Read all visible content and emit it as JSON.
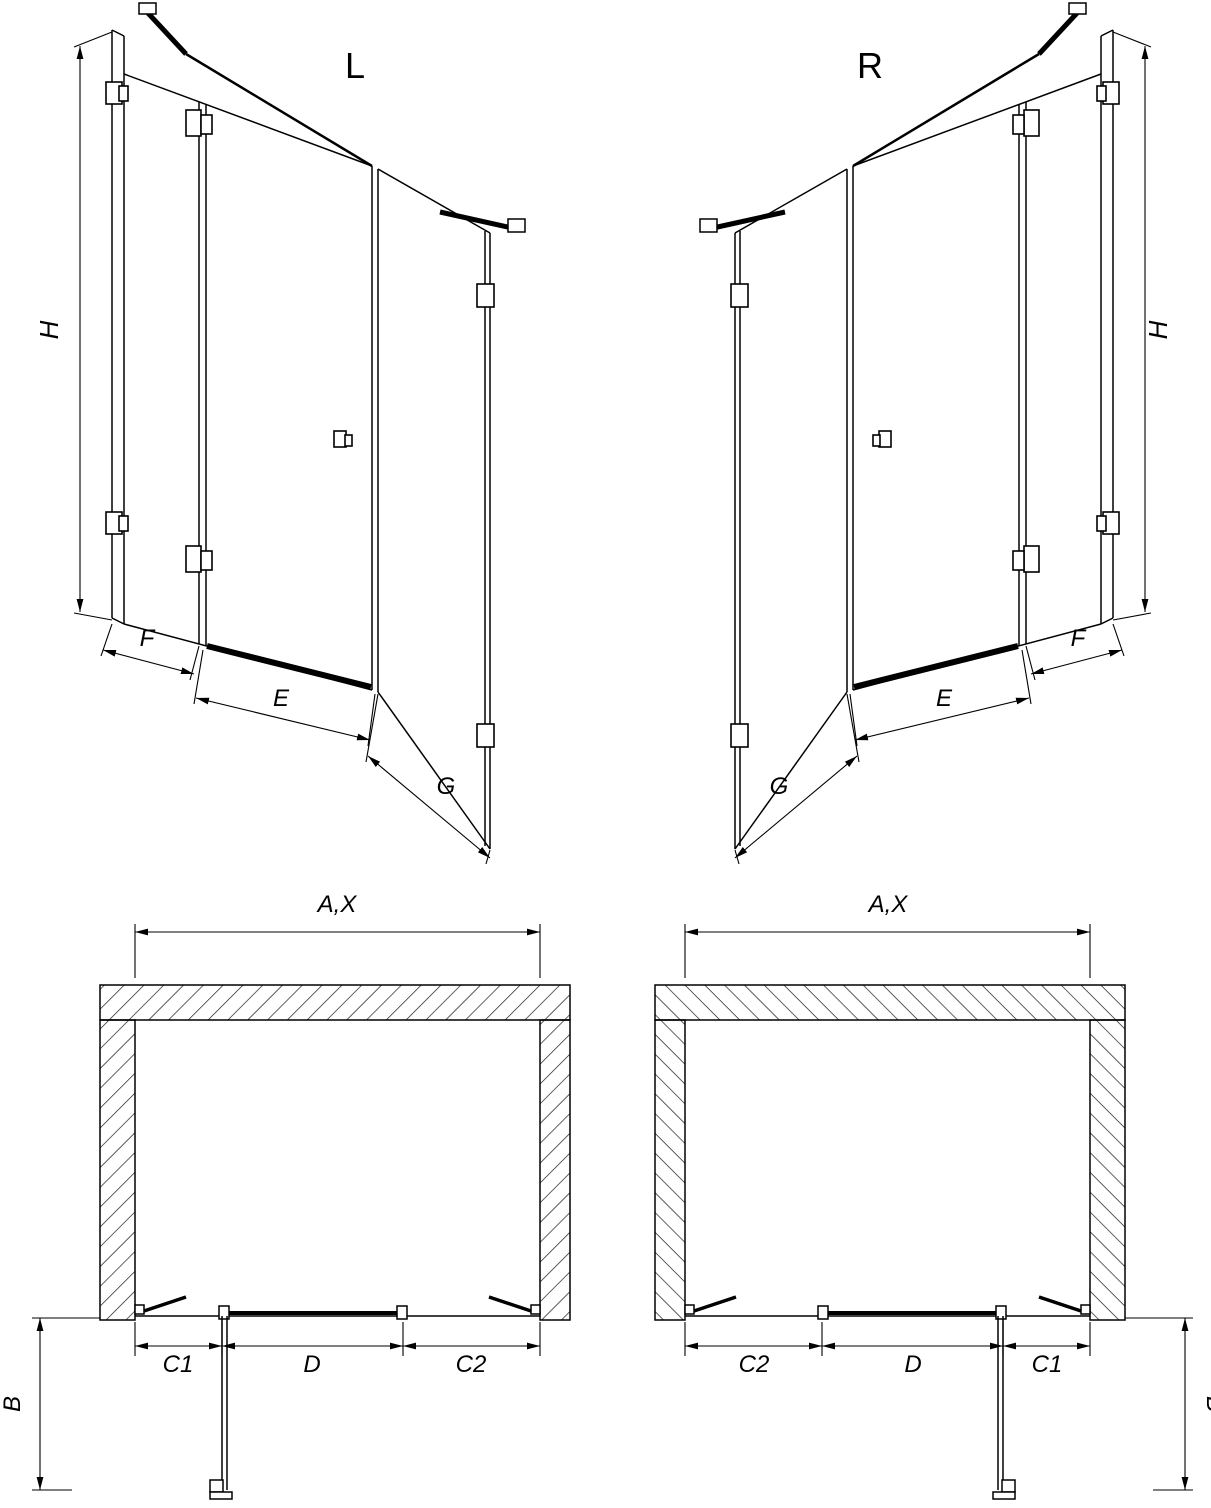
{
  "drawing": {
    "perspective_left": {
      "variant": "L",
      "height_label": "H",
      "fixed_panel_label": "F",
      "door_panel_label": "E",
      "return_panel_label": "G"
    },
    "perspective_right": {
      "variant": "R",
      "height_label": "H",
      "fixed_panel_label": "F",
      "door_panel_label": "E",
      "return_panel_label": "G"
    },
    "plan_left": {
      "width_label": "A,X",
      "depth_label": "B",
      "segment_left": "C1",
      "segment_middle": "D",
      "segment_right": "C2"
    },
    "plan_right": {
      "width_label": "A,X",
      "depth_label": "B",
      "segment_left": "C2",
      "segment_middle": "D",
      "segment_right": "C1"
    },
    "colors": {
      "line": "#000000",
      "background": "#ffffff"
    }
  }
}
